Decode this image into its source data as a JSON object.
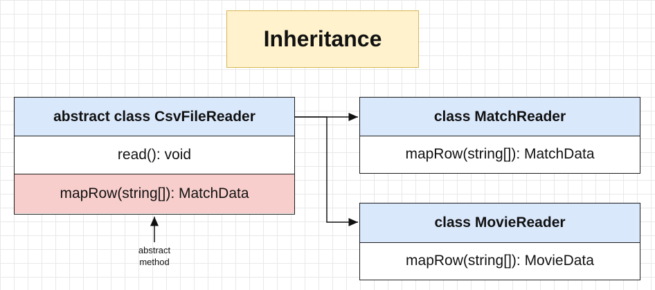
{
  "title": "Inheritance",
  "classes": {
    "csv_file_reader": {
      "name": "abstract class CsvFileReader",
      "method_read": "read(): void",
      "method_map": "mapRow(string[]): MatchData"
    },
    "match_reader": {
      "name": "class MatchReader",
      "method_map": "mapRow(string[]): MatchData"
    },
    "movie_reader": {
      "name": "class MovieReader",
      "method_map": "mapRow(string[]): MovieData"
    }
  },
  "annotation": {
    "line1": "abstract",
    "line2": "method"
  },
  "colors": {
    "header_fill": "#dae8fc",
    "title_fill": "#fff2cc",
    "abstract_fill": "#f8cecc"
  }
}
